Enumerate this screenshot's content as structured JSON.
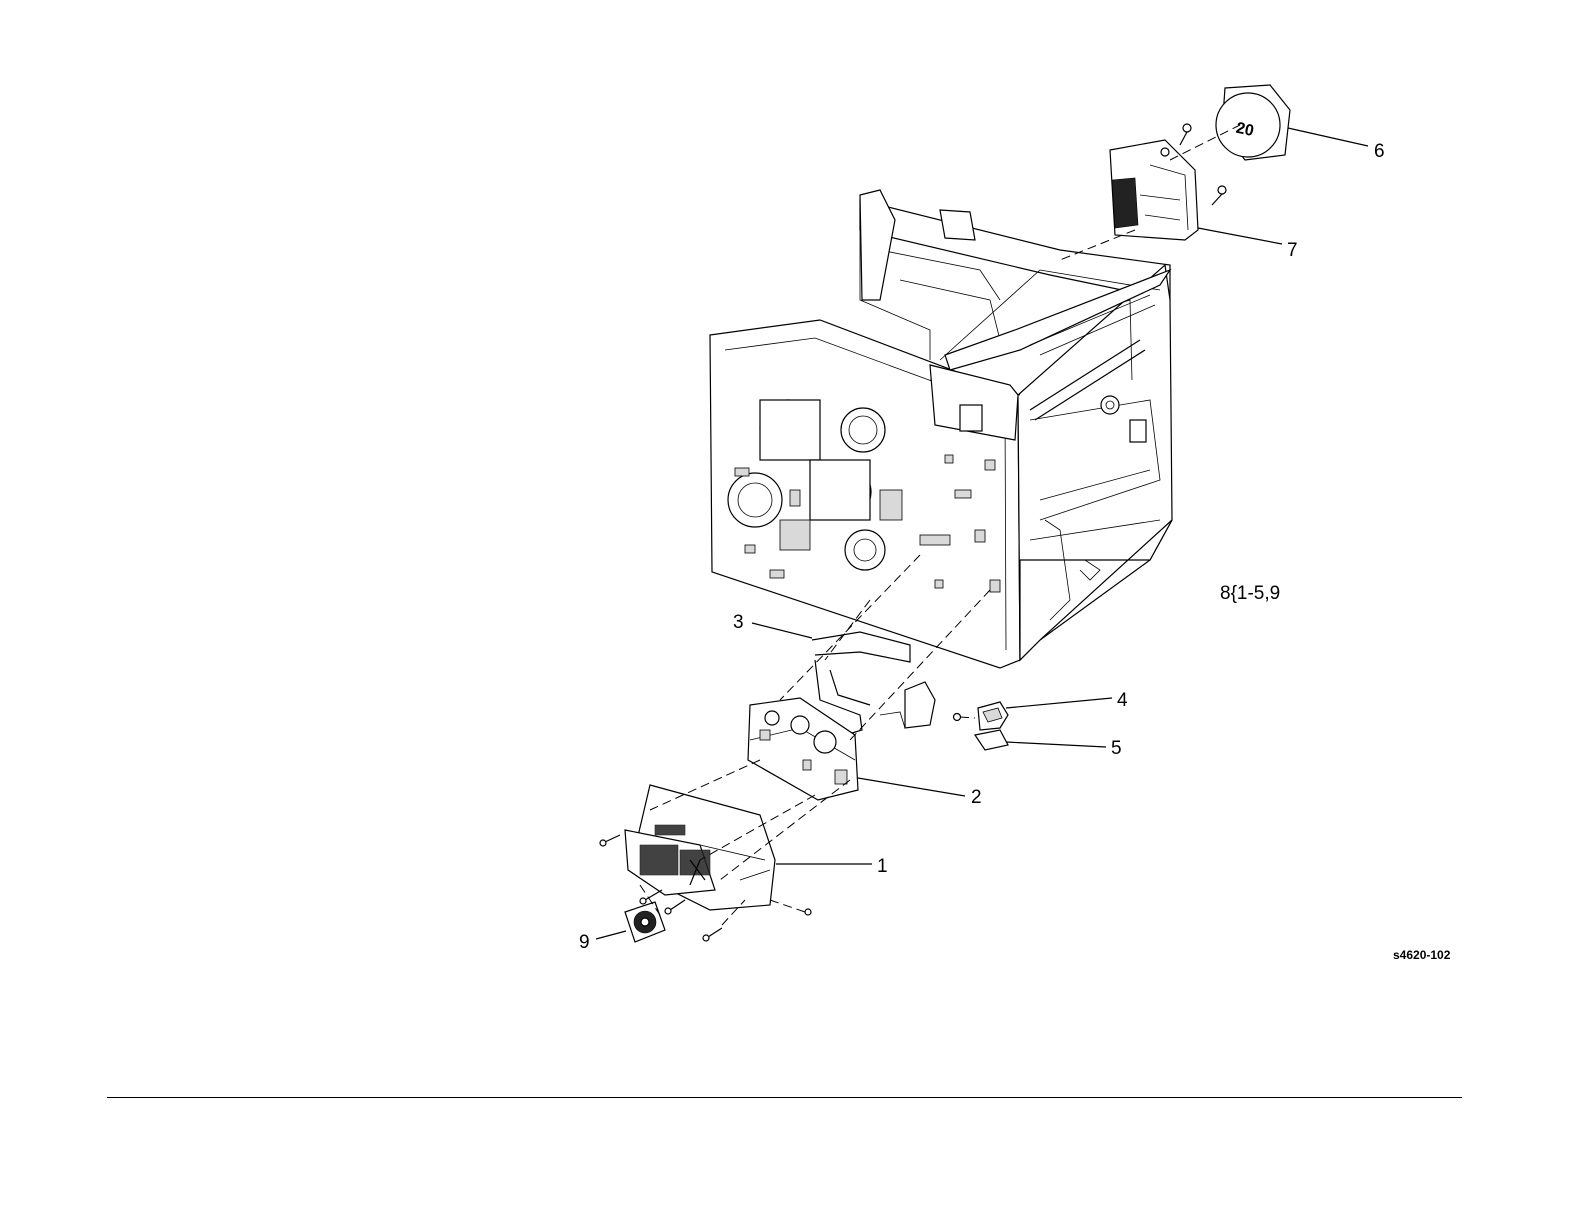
{
  "callouts": [
    {
      "id": "callout-1",
      "label": "1"
    },
    {
      "id": "callout-2",
      "label": "2"
    },
    {
      "id": "callout-3",
      "label": "3"
    },
    {
      "id": "callout-4",
      "label": "4"
    },
    {
      "id": "callout-5",
      "label": "5"
    },
    {
      "id": "callout-6",
      "label": "6"
    },
    {
      "id": "callout-7",
      "label": "7"
    },
    {
      "id": "callout-8",
      "label": "8{1-5,9"
    },
    {
      "id": "callout-9",
      "label": "9"
    }
  ],
  "part_marking": "20",
  "figure_id": "s4620-102"
}
